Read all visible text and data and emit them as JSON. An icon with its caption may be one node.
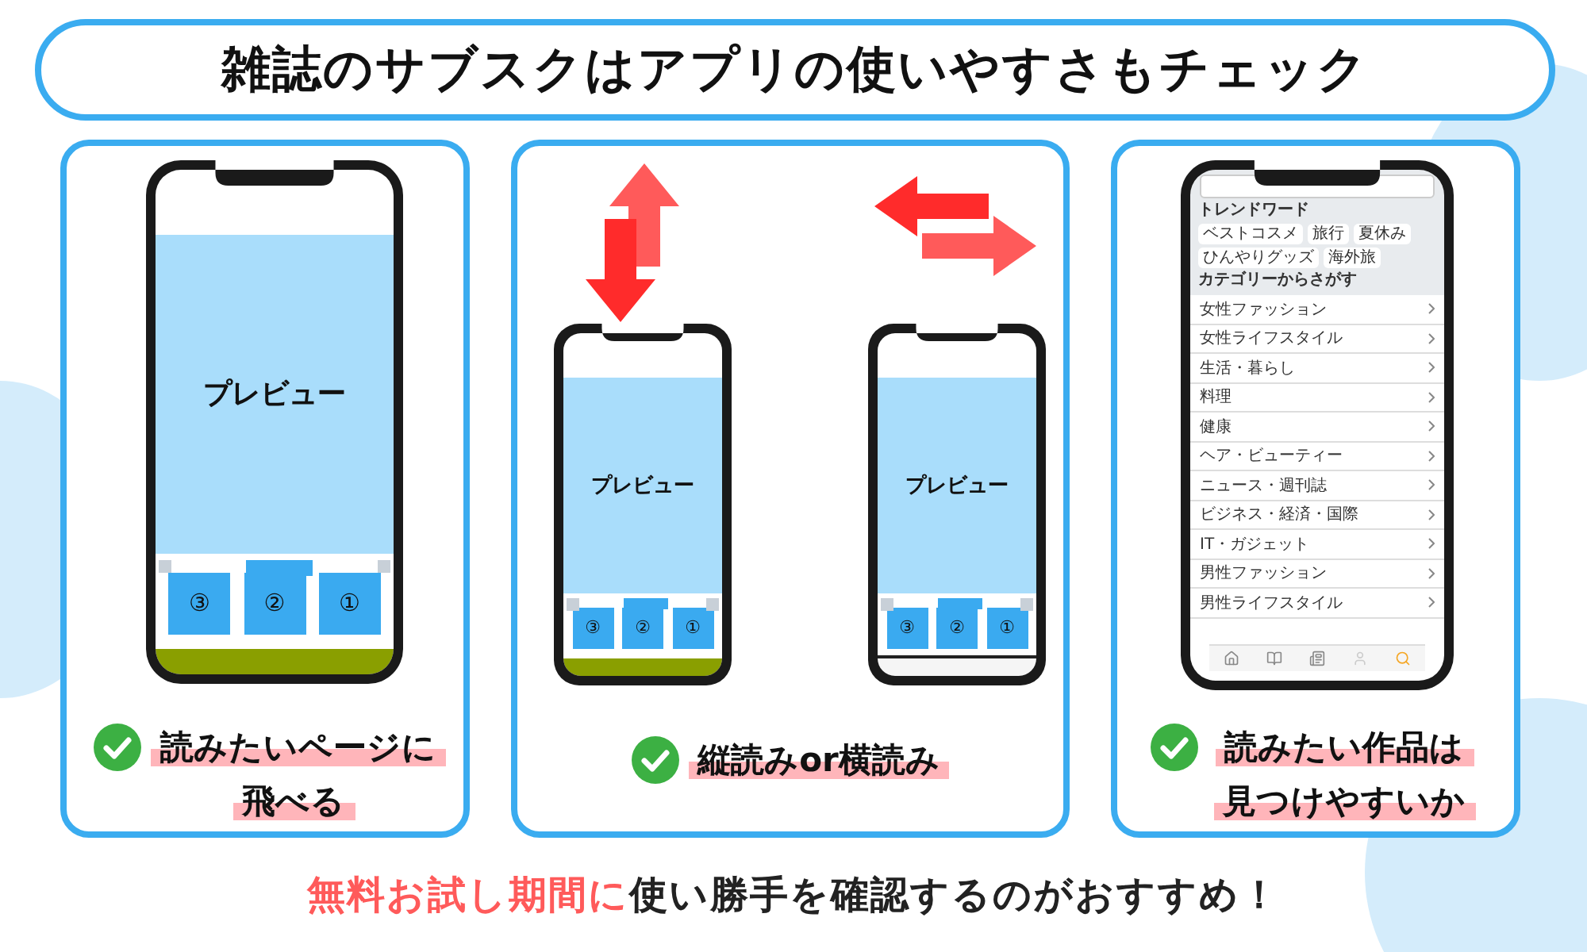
{
  "diagram": {
    "nodes": [
      {
        "text": [
          "雑誌のサブスクはアプリの使いやすさもチェック"
        ]
      },
      {
        "text": [
          "読みたいページに飛べる"
        ]
      },
      {
        "text": [
          "プレビュー"
        ],
        "in": 1
      },
      {
        "text": [
          "③"
        ],
        "in": 1
      },
      {
        "text": [
          "②"
        ],
        "in": 1
      },
      {
        "text": [
          "①"
        ],
        "in": 1
      },
      {
        "text": [
          "縦読みor横読み"
        ]
      },
      {
        "text": [
          "プレビュー"
        ],
        "in": 6
      },
      {
        "text": [
          "③"
        ],
        "in": 6
      },
      {
        "text": [
          "②"
        ],
        "in": 6
      },
      {
        "text": [
          "①"
        ],
        "in": 6
      },
      {
        "text": [
          "プレビュー"
        ],
        "in": 6
      },
      {
        "text": [
          "③"
        ],
        "in": 6
      },
      {
        "text": [
          "②"
        ],
        "in": 6
      },
      {
        "text": [
          "①"
        ],
        "in": 6
      },
      {
        "text": [
          "読みたい作品は見つけやすいか"
        ]
      }
    ],
    "labels": [
      "トレンドワード",
      "ベストコスメ",
      "旅行",
      "夏休み",
      "ひんやりグッズ",
      "海外旅",
      "カテゴリーからさがす",
      "女性ファッション",
      "女性ライフスタイル",
      "生活・暮らし",
      "料理",
      "健康",
      "ヘア・ビューティー",
      "ニュース・週刊誌",
      "ビジネス・経済・国際",
      "IT・ガジェット",
      "男性ファッション",
      "男性ライフスタイル",
      "**無料お試し期間に**使い勝手を確認するのがおすすめ！"
    ]
  }
}
